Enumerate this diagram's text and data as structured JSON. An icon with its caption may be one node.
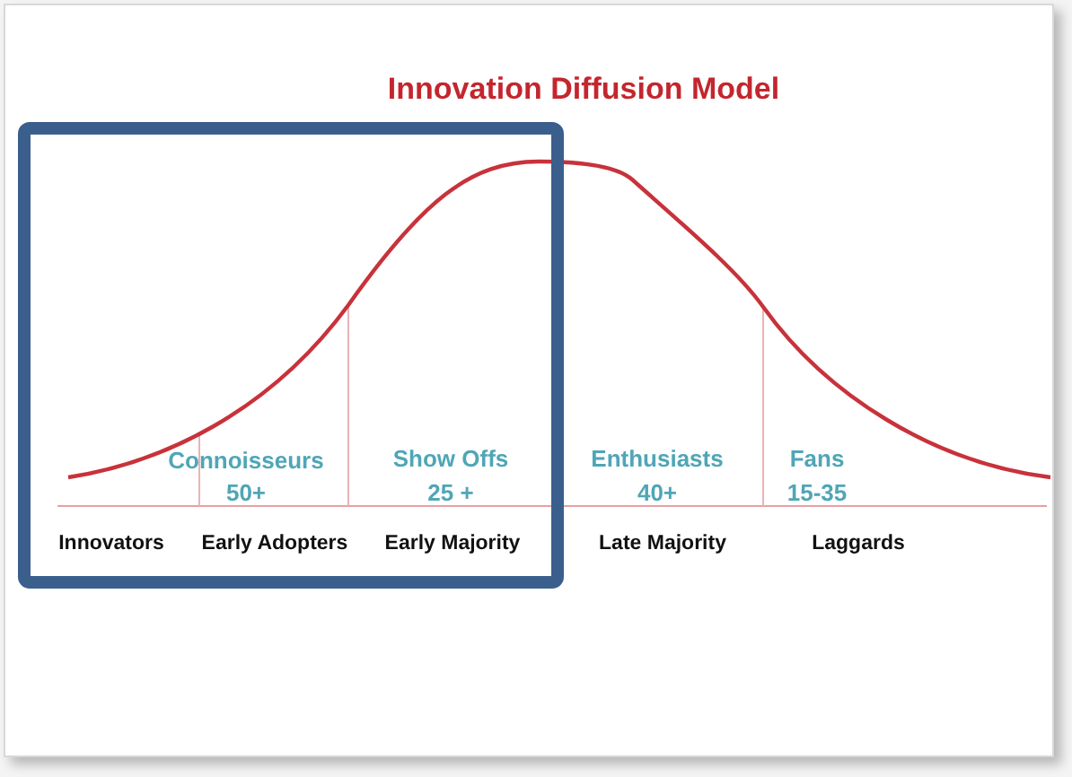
{
  "diagram": {
    "title": "Innovation Diffusion Model",
    "labels": [
      "Connoisseurs",
      "50+",
      "Show Offs",
      "25 +",
      "Enthusiasts",
      "40+",
      "Fans",
      "15-35",
      "Innovators",
      "Early Adopters",
      "Early Majority",
      "Late Majority",
      "Laggards"
    ]
  }
}
